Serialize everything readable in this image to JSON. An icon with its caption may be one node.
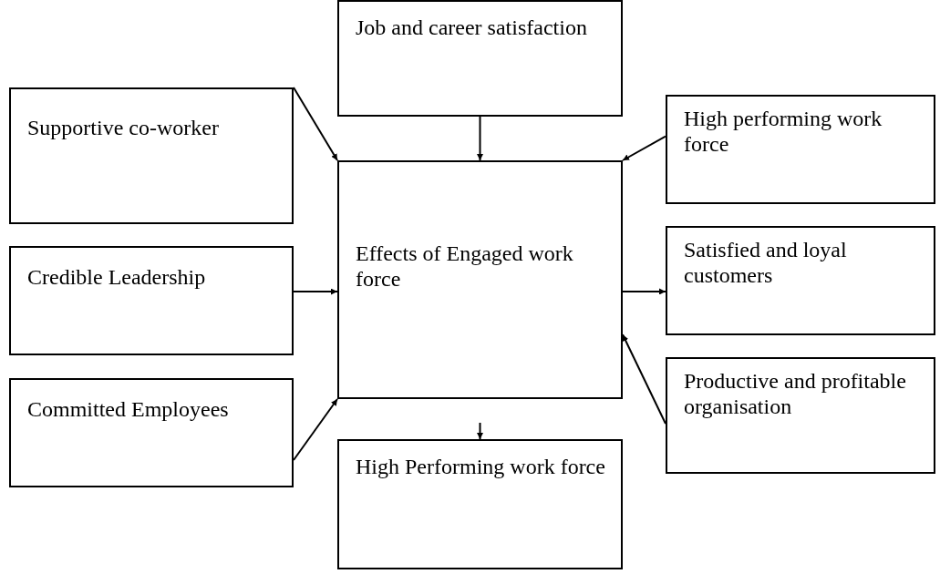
{
  "diagram": {
    "nodes": [
      {
        "text": [
          "Job and career satisfaction"
        ]
      },
      {
        "text": [
          "Supportive co-worker"
        ]
      },
      {
        "text": [
          "High performing work force"
        ]
      },
      {
        "text": [
          "Credible Leadership"
        ]
      },
      {
        "text": [
          "Effects of Engaged work force"
        ]
      },
      {
        "text": [
          "Satisfied and loyal customers"
        ]
      },
      {
        "text": [
          "Committed Employees"
        ]
      },
      {
        "text": [
          "Productive and profitable organisation"
        ]
      },
      {
        "text": [
          "High Performing work force"
        ]
      }
    ],
    "edges": [
      {
        "from": 0,
        "to": 4,
        "arrow": "to"
      },
      {
        "from": 1,
        "to": 4,
        "arrow": "to"
      },
      {
        "from": 2,
        "to": 4,
        "arrow": "to"
      },
      {
        "from": 3,
        "to": 4,
        "arrow": "to"
      },
      {
        "from": 4,
        "to": 5,
        "arrow": "to"
      },
      {
        "from": 7,
        "to": 4,
        "arrow": "to"
      },
      {
        "from": 6,
        "to": 4,
        "arrow": "to"
      },
      {
        "from": null,
        "to": 8,
        "arrow": "to"
      }
    ]
  }
}
